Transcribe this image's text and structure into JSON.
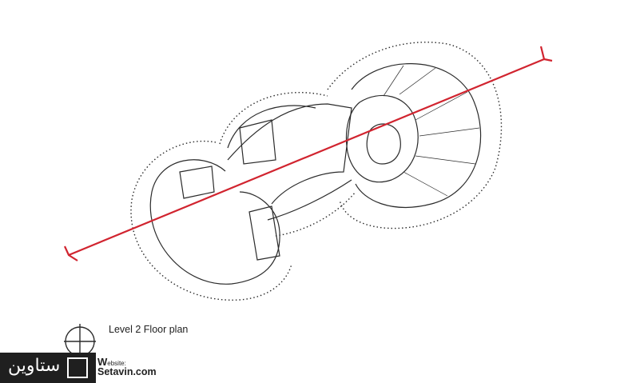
{
  "caption": "Level 2 Floor plan",
  "brand": {
    "name_fa": "ستاوین",
    "website_prefix": "W",
    "website_rest": "ebsite:",
    "url": "Setavin.com"
  },
  "colors": {
    "section_line": "#d1242f",
    "ink": "#2b2b2b",
    "logo_bg": "#1f1f1f"
  }
}
